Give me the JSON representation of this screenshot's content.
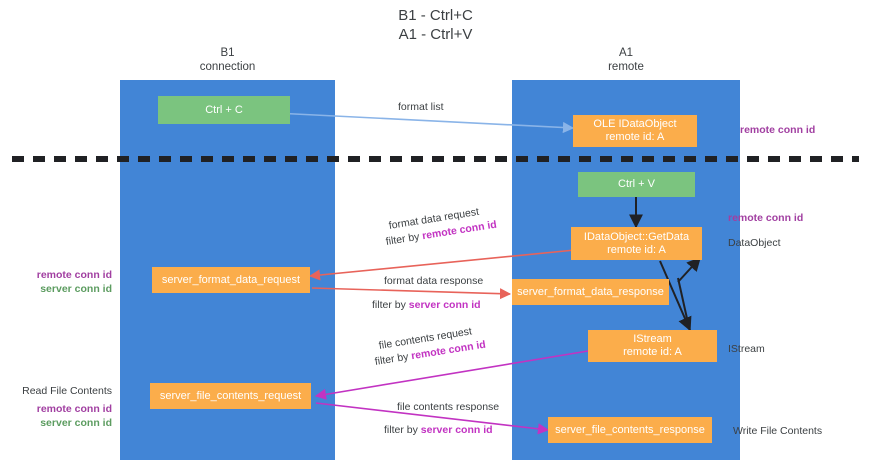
{
  "title": "B1 - Ctrl+C\nA1 - Ctrl+V",
  "lanes": [
    {
      "id": "b1",
      "header": "B1\nconnection"
    },
    {
      "id": "a1",
      "header": "A1\nremote"
    }
  ],
  "nodes": [
    {
      "id": "ctrl-c",
      "label": "Ctrl + C",
      "color": "green"
    },
    {
      "id": "ole-idataobject",
      "label": "OLE IDataObject\nremote id: A",
      "color": "orange"
    },
    {
      "id": "ctrl-v",
      "label": "Ctrl + V",
      "color": "green"
    },
    {
      "id": "idataobject-getdata",
      "label": "IDataObject::GetData\nremote id: A",
      "color": "orange"
    },
    {
      "id": "server-format-data-request",
      "label": "server_format_data_request",
      "color": "orange"
    },
    {
      "id": "server-format-data-response",
      "label": "server_format_data_response",
      "color": "orange"
    },
    {
      "id": "istream",
      "label": "IStream\nremote id: A",
      "color": "orange"
    },
    {
      "id": "server-file-contents-request",
      "label": "server_file_contents_request",
      "color": "orange"
    },
    {
      "id": "server-file-contents-response",
      "label": "server_file_contents_response",
      "color": "orange"
    }
  ],
  "edge_labels": {
    "format_list": "format list",
    "format_data_request": "format data request",
    "format_data_request_filter_prefix": "filter by ",
    "format_data_request_filter_key": "remote conn id",
    "format_data_response": "format data response",
    "format_data_response_filter_prefix": "filter by ",
    "format_data_response_filter_key": "server conn id",
    "file_contents_request": "file contents request",
    "file_contents_request_filter_prefix": "filter by ",
    "file_contents_request_filter_key": "remote conn id",
    "file_contents_response": "file contents response",
    "file_contents_response_filter_prefix": "filter by ",
    "file_contents_response_filter_key": "server conn id"
  },
  "annotations": {
    "right_remote_conn_id_top": "remote conn id",
    "right_remote_conn_id_mid": "remote conn id",
    "right_dataobject": "DataObject",
    "right_istream": "IStream",
    "right_write_file_contents": "Write File Contents",
    "left_remote_conn_id": "remote conn id",
    "left_server_conn_id": "server conn id",
    "left_read_file_contents": "Read File Contents",
    "left_remote_conn_id_2": "remote conn id",
    "left_server_conn_id_2": "server conn id"
  },
  "colors": {
    "lane": "#4285d6",
    "node_green": "#7bc47f",
    "node_orange": "#fbad4b",
    "arrow_blue": "#8ab4e8",
    "arrow_red": "#e8635a",
    "arrow_magenta": "#c233c2",
    "arrow_black": "#202124",
    "highlight_purple": "#a13fa1",
    "highlight_green": "#5c9c60",
    "divider": "#202124"
  }
}
